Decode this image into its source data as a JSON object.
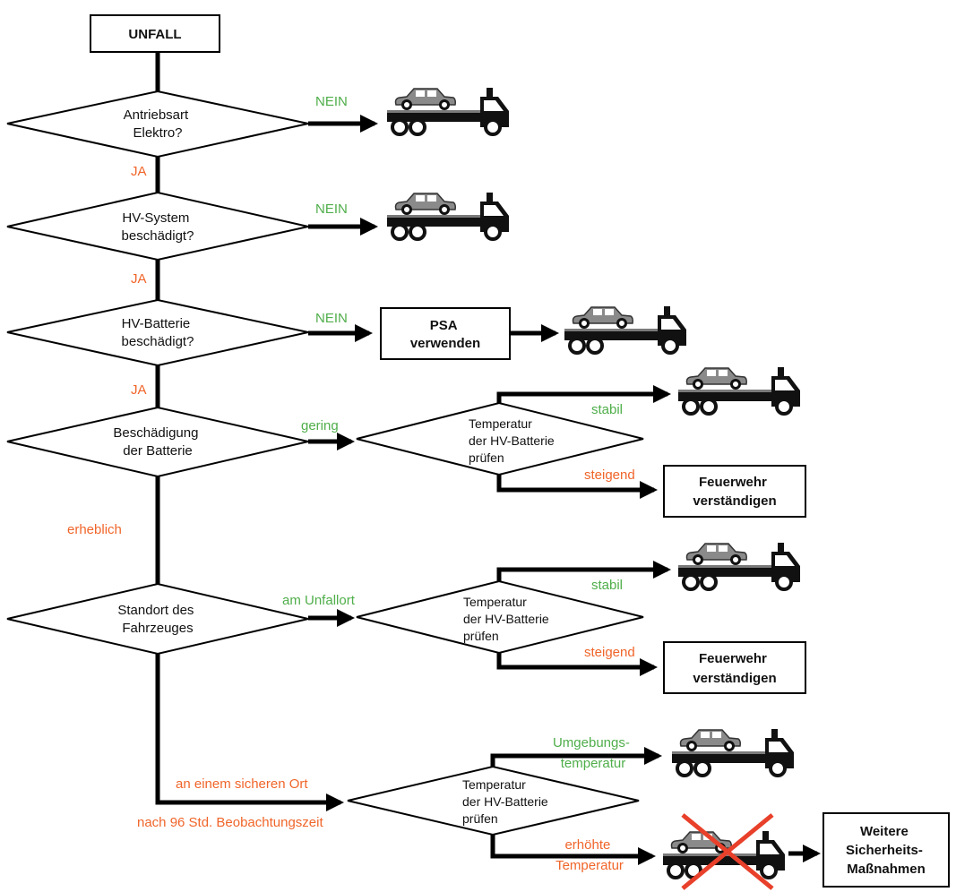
{
  "title": "UNFALL",
  "decisions": {
    "d1": [
      "Antriebsart",
      "Elektro?"
    ],
    "d2": [
      "HV-System",
      "beschädigt?"
    ],
    "d3": [
      "HV-Batterie",
      "beschädigt?"
    ],
    "d4": [
      "Beschädigung",
      "der Batterie"
    ],
    "d5": [
      "Standort des",
      "Fahrzeuges"
    ],
    "temp": [
      "Temperatur",
      "der HV-Batterie",
      "prüfen"
    ]
  },
  "boxes": {
    "psa": [
      "PSA",
      "verwenden"
    ],
    "feuerwehr": [
      "Feuerwehr",
      "verständigen"
    ],
    "weitere": [
      "Weitere",
      "Sicherheits-",
      "Maßnahmen"
    ]
  },
  "labels": {
    "nein": "NEIN",
    "ja": "JA",
    "gering": "gering",
    "erheblich": "erheblich",
    "stabil": "stabil",
    "steigend": "steigend",
    "am_unfallort": "am Unfallort",
    "sicherer_ort": "an einem sicheren Ort",
    "beobachtung": "nach 96 Std.  Beobachtungszeit",
    "umgebung": [
      "Umgebungs-",
      "temperatur"
    ],
    "erhoehte": [
      "erhöhte",
      "Temperatur"
    ]
  },
  "colors": {
    "yes_no_positive": "#4fae4a",
    "warning": "#f0652a",
    "cross": "#e8402a",
    "truck_dark": "#111111",
    "car_grey": "#8a8a8a"
  },
  "icons": {
    "tow_truck": "tow-truck-icon",
    "cross": "red-cross-icon"
  }
}
